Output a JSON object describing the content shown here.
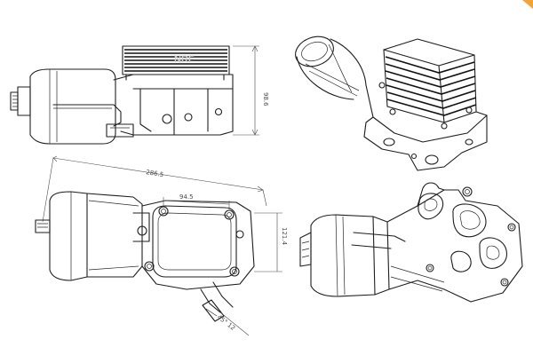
{
  "views": [
    {
      "name": "side-view",
      "dimension_label": "98.6"
    },
    {
      "name": "isometric-view-top"
    },
    {
      "name": "top-view",
      "dimension_labels": {
        "overall_length": "286.5",
        "bolt_spacing": "94.5",
        "height": "121.4",
        "angle": "45° 12"
      }
    },
    {
      "name": "isometric-view-bottom"
    }
  ],
  "watermark": "NRF",
  "accent_color": "#f2a33a"
}
